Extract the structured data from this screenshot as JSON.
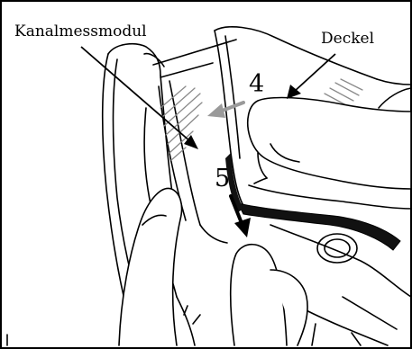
{
  "labels": {
    "module": "Kanalmessmodul",
    "cover": "Deckel"
  },
  "steps": {
    "step_a": "4",
    "step_b": "5"
  },
  "colors": {
    "line": "#000000",
    "hint_arrow": "#9a9a9a",
    "hatch": "#8a8a8a",
    "cover_edge": "#111111"
  }
}
